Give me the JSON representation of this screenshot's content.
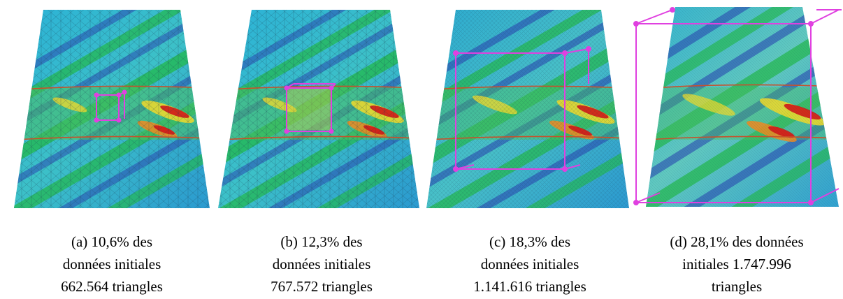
{
  "figures": [
    {
      "caption": [
        "(a) 10,6% des",
        "données initiales",
        "662.564 triangles"
      ]
    },
    {
      "caption": [
        "(b) 12,3% des",
        "données initiales",
        "767.572 triangles"
      ]
    },
    {
      "caption": [
        "(c) 18,3% des",
        "données initiales",
        "1.141.616 triangles"
      ]
    },
    {
      "caption": [
        "(d) 28,1% des données",
        "initiales 1.747.996",
        "triangles"
      ]
    }
  ],
  "colors": {
    "mesh_base": "#28b8d8",
    "mesh_green": "#22b84a",
    "mesh_yellow": "#e8d830",
    "mesh_orange": "#f08a20",
    "mesh_red": "#d01818",
    "mesh_blue_stripe": "#2a4ab0",
    "band_line": "#c8502a",
    "selection_box": "#e040e0"
  }
}
